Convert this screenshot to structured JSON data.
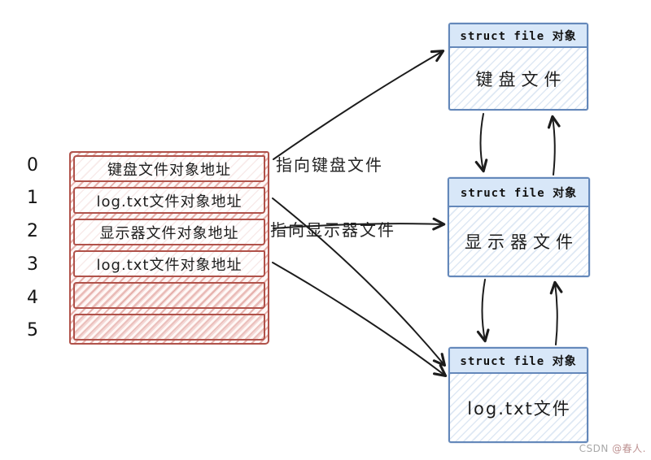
{
  "fd_table": {
    "rows": [
      {
        "index": "0",
        "label": "键盘文件对象地址"
      },
      {
        "index": "1",
        "label": "log.txt文件对象地址"
      },
      {
        "index": "2",
        "label": "显示器文件对象地址"
      },
      {
        "index": "3",
        "label": "log.txt文件对象地址"
      },
      {
        "index": "4",
        "label": ""
      },
      {
        "index": "5",
        "label": ""
      }
    ]
  },
  "file_objects": [
    {
      "header": "struct file 对象",
      "body": "键盘文件"
    },
    {
      "header": "struct file 对象",
      "body": "显示器文件"
    },
    {
      "header": "struct file 对象",
      "body": "log.txt文件"
    }
  ],
  "annotations": {
    "to_keyboard": "指向键盘文件",
    "to_display": "指向显示器文件"
  },
  "watermark": {
    "brand": "CSDN",
    "author": "@春人."
  },
  "colors": {
    "table_border": "#b0524a",
    "table_hatch": "#ce6e66",
    "box_border": "#6488ba",
    "box_header_fill": "#d8e7f8",
    "arrow": "#1c1c1c"
  }
}
